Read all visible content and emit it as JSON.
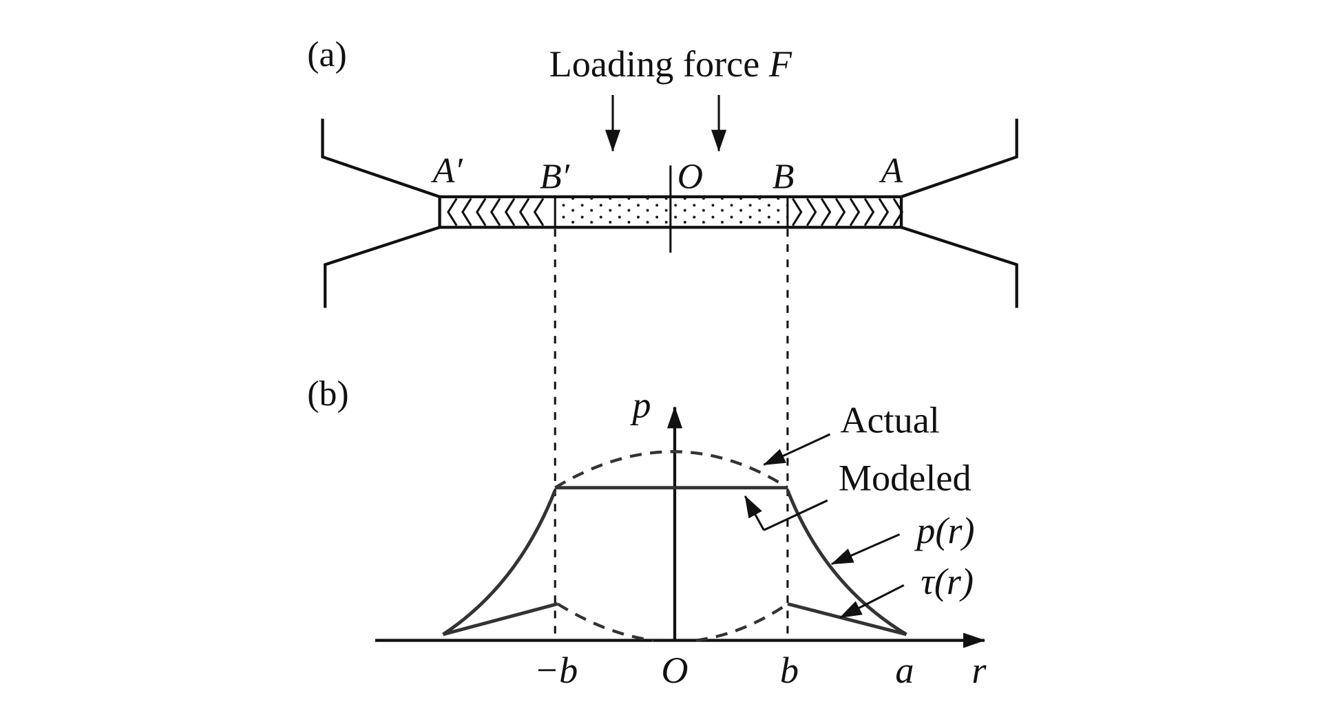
{
  "panel_a": {
    "label": "(a)",
    "title": "Loading force F",
    "title_main": "Loading force ",
    "title_var": "F",
    "points": {
      "a_prime": "A′",
      "b_prime": "B′",
      "o": "O",
      "b": "B",
      "a": "A"
    }
  },
  "panel_b": {
    "label": "(b)",
    "y_axis": "p",
    "x_axis": "r",
    "ticks": {
      "neg_b": "−b",
      "o": "O",
      "b": "b",
      "a": "a"
    },
    "annotations": {
      "actual": "Actual",
      "modeled": "Modeled",
      "p_r": "p(r)",
      "tau_r": "τ(r)"
    }
  }
}
